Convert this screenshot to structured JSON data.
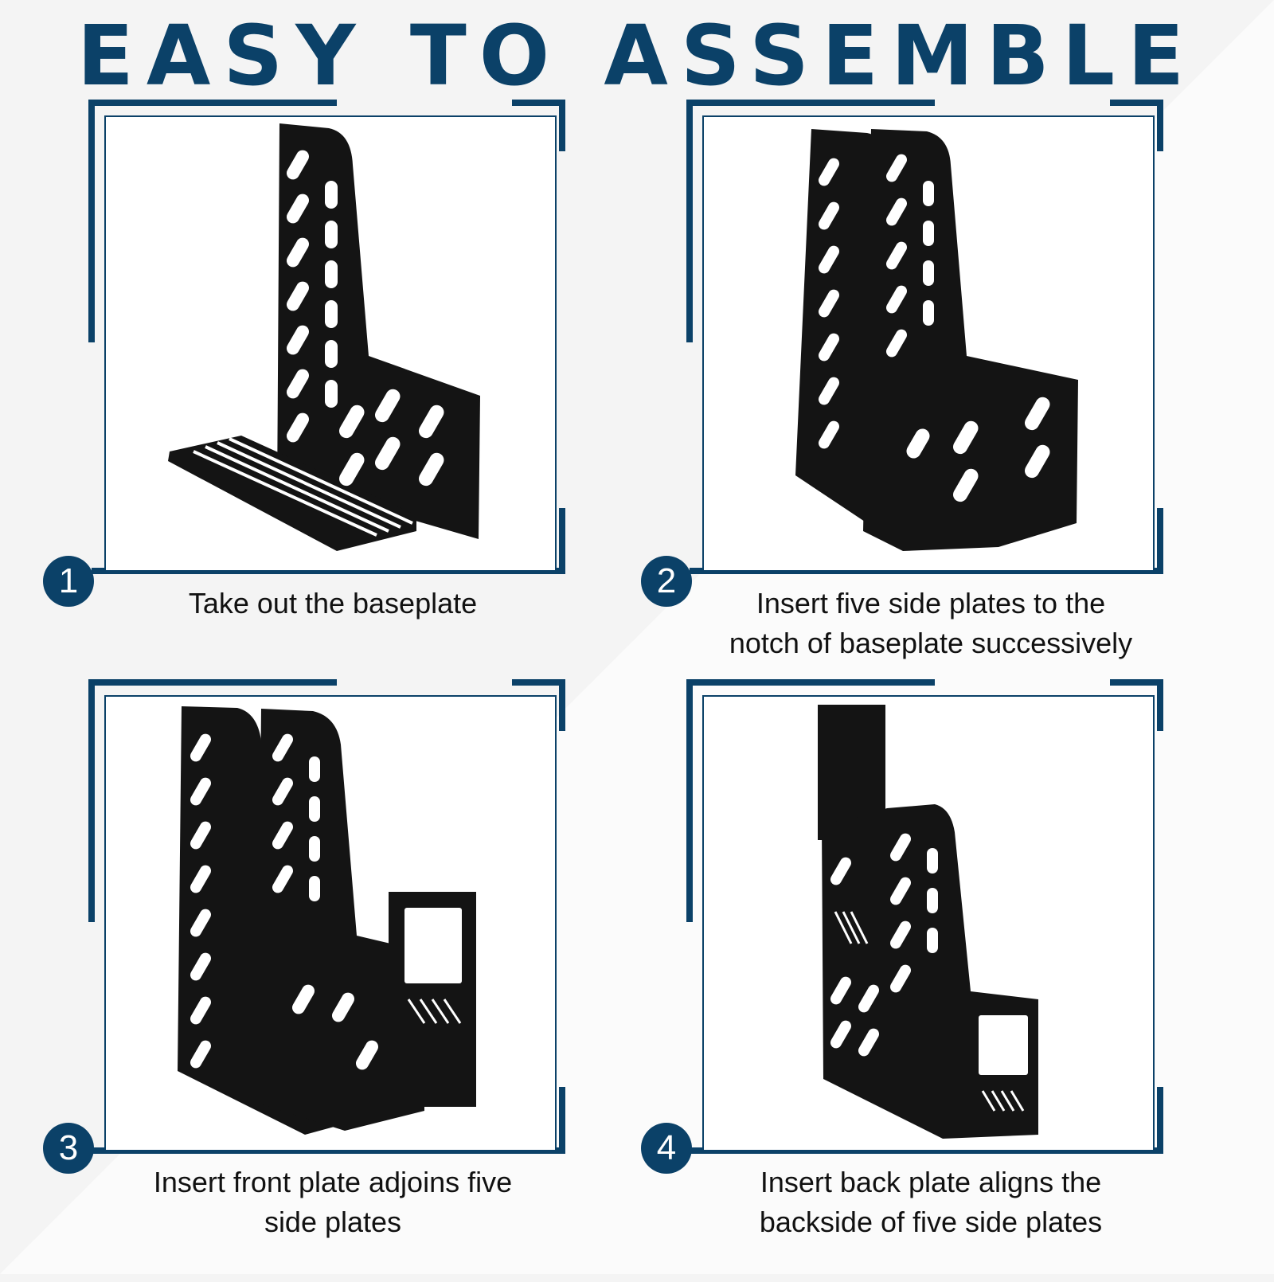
{
  "headline": "EASY TO ASSEMBLE",
  "colors": {
    "navy": "#0b4168",
    "background": "#f4f4f4",
    "product": "#141414"
  },
  "steps": [
    {
      "number": "1",
      "caption_lines": [
        "Take out the baseplate"
      ],
      "image": "baseplate-with-side-plate"
    },
    {
      "number": "2",
      "caption_lines": [
        "Insert five side plates to the",
        "notch of baseplate successively"
      ],
      "image": "side-plates-inserted"
    },
    {
      "number": "3",
      "caption_lines": [
        "Insert front plate adjoins five",
        "side plates"
      ],
      "image": "front-plate-attached"
    },
    {
      "number": "4",
      "caption_lines": [
        "Insert back plate aligns the",
        "backside of five side plates"
      ],
      "image": "back-plate-inserting"
    }
  ]
}
